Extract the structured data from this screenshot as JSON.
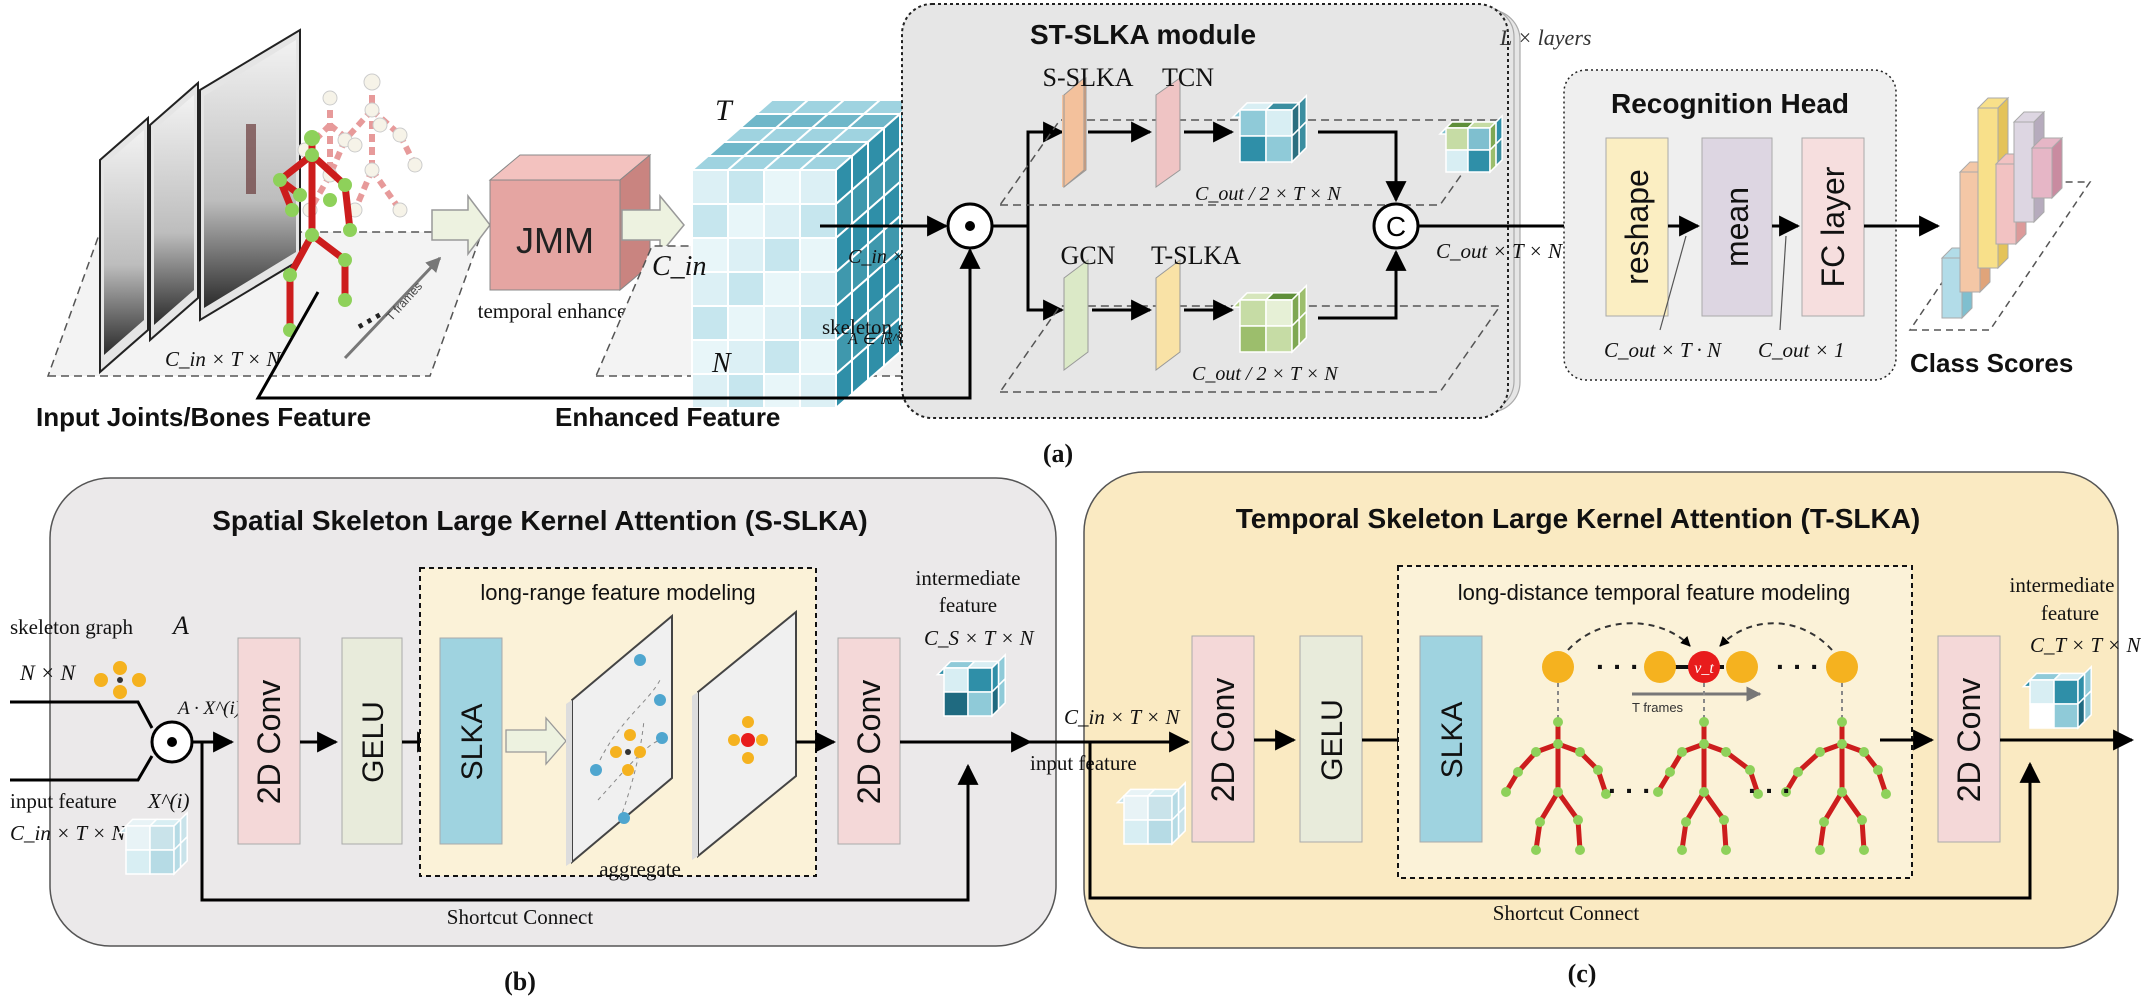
{
  "colors": {
    "module_panel": "#e6e6e6",
    "head_panel": "#efefef",
    "sslka_panel": "#ebe9ea",
    "tslka_panel": "#faeac2",
    "inner_dashed_fill": "#fbf2d8",
    "jmm": "#e5a5a2",
    "cube_light": "#d8eef3",
    "cube_mid": "#8fcad8",
    "cube_dark": "#2f8fa8",
    "conv": "#f4d8d8",
    "gelu": "#e8ebdb",
    "slka": "#9fd3e0",
    "sslka_block": "#f3c19c",
    "tcn_block": "#efc4c4",
    "gcn_block": "#dbe9c7",
    "tslka_block": "#f9e2a6",
    "reshape": "#fbeec2",
    "mean": "#ddd6e2",
    "fc": "#f6dede",
    "bone": "#cc1d1d",
    "joint": "#8ed15a",
    "node_yellow": "#f5b21f",
    "node_red": "#e81c1c"
  },
  "panel_a": {
    "input_label": "Input Joints/Bones Feature",
    "input_dims": "C_in × T × N",
    "t_frames": "T frames",
    "ellipsis": "⋯",
    "jmm": "JMM",
    "temporal_enhance": "temporal enhance",
    "enhanced_label": "Enhanced Feature",
    "cube_T": "T",
    "cube_Cin": "C_in",
    "cube_N": "N",
    "enhanced_dims": "C_in × T × N",
    "skeleton_graph": "skeleton graph",
    "skeleton_graph_formula": "A ∈ ℝ^(N×N)",
    "module_title": "ST-SLKA module",
    "layers": "L × layers",
    "sslka": "S-SLKA",
    "tcn": "TCN",
    "gcn": "GCN",
    "tslka": "T-SLKA",
    "branch_top_dims": "C_out / 2 × T × N",
    "branch_bottom_dims": "C_out / 2 × T × N",
    "concat": "C",
    "output_dims": "C_out × T × N",
    "head_title": "Recognition Head",
    "reshape": "reshape",
    "mean": "mean",
    "fc": "FC layer",
    "reshape_dims": "C_out × T · N",
    "mean_dims": "C_out × 1",
    "class_scores": "Class Scores",
    "caption": "(a)"
  },
  "panel_b": {
    "title": "Spatial Skeleton  Large Kernel Attention (S-SLKA)",
    "skeleton_graph": "skeleton graph",
    "graph_symbol": "A",
    "graph_dims": "N × N",
    "ax_label": "A · X^(i)",
    "input_feature": "input feature",
    "input_symbol": "X^(i)",
    "input_dims": "C_in × T × N",
    "conv1": "2D Conv",
    "gelu": "GELU",
    "lr_title": "long-range feature modeling",
    "slka": "SLKA",
    "aggregate": "aggregate",
    "conv2": "2D Conv",
    "inter_feature_1": "intermediate",
    "inter_feature_2": "feature",
    "inter_dims": "C_S × T × N",
    "shortcut": "Shortcut Connect",
    "caption": "(b)"
  },
  "panel_c": {
    "title": "Temporal Skeleton Large Kernel Attention (T-SLKA)",
    "input_dims": "C_in × T × N",
    "input_feature": "input feature",
    "conv1": "2D Conv",
    "gelu": "GELU",
    "ld_title": "long-distance temporal feature modeling",
    "slka": "SLKA",
    "vt": "v_t",
    "t_frames": "T frames",
    "conv2": "2D Conv",
    "inter_feature_1": "intermediate",
    "inter_feature_2": "feature",
    "inter_dims": "C_T × T × N",
    "shortcut": "Shortcut Connect",
    "caption": "(c)"
  }
}
